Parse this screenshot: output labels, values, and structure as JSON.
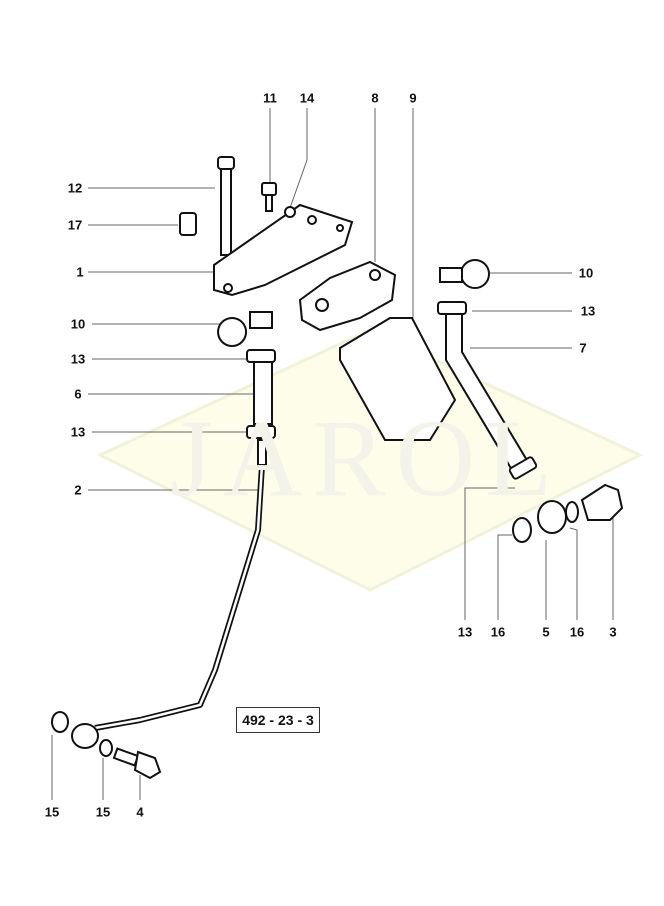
{
  "diagram": {
    "reference_code": "492 - 23 - 3",
    "watermark": "JAROL",
    "callouts": {
      "top": [
        "11",
        "14",
        "8",
        "9"
      ],
      "left": [
        "12",
        "17",
        "1",
        "10",
        "13",
        "6",
        "13",
        "2"
      ],
      "right": [
        "10",
        "13",
        "7"
      ],
      "bottom_right": [
        "13",
        "16",
        "5",
        "16",
        "3"
      ],
      "bottom_left": [
        "15",
        "15",
        "4"
      ]
    },
    "colors": {
      "line": "#111111",
      "leader": "#555555",
      "watermark_fill": "#fdfdea"
    }
  }
}
